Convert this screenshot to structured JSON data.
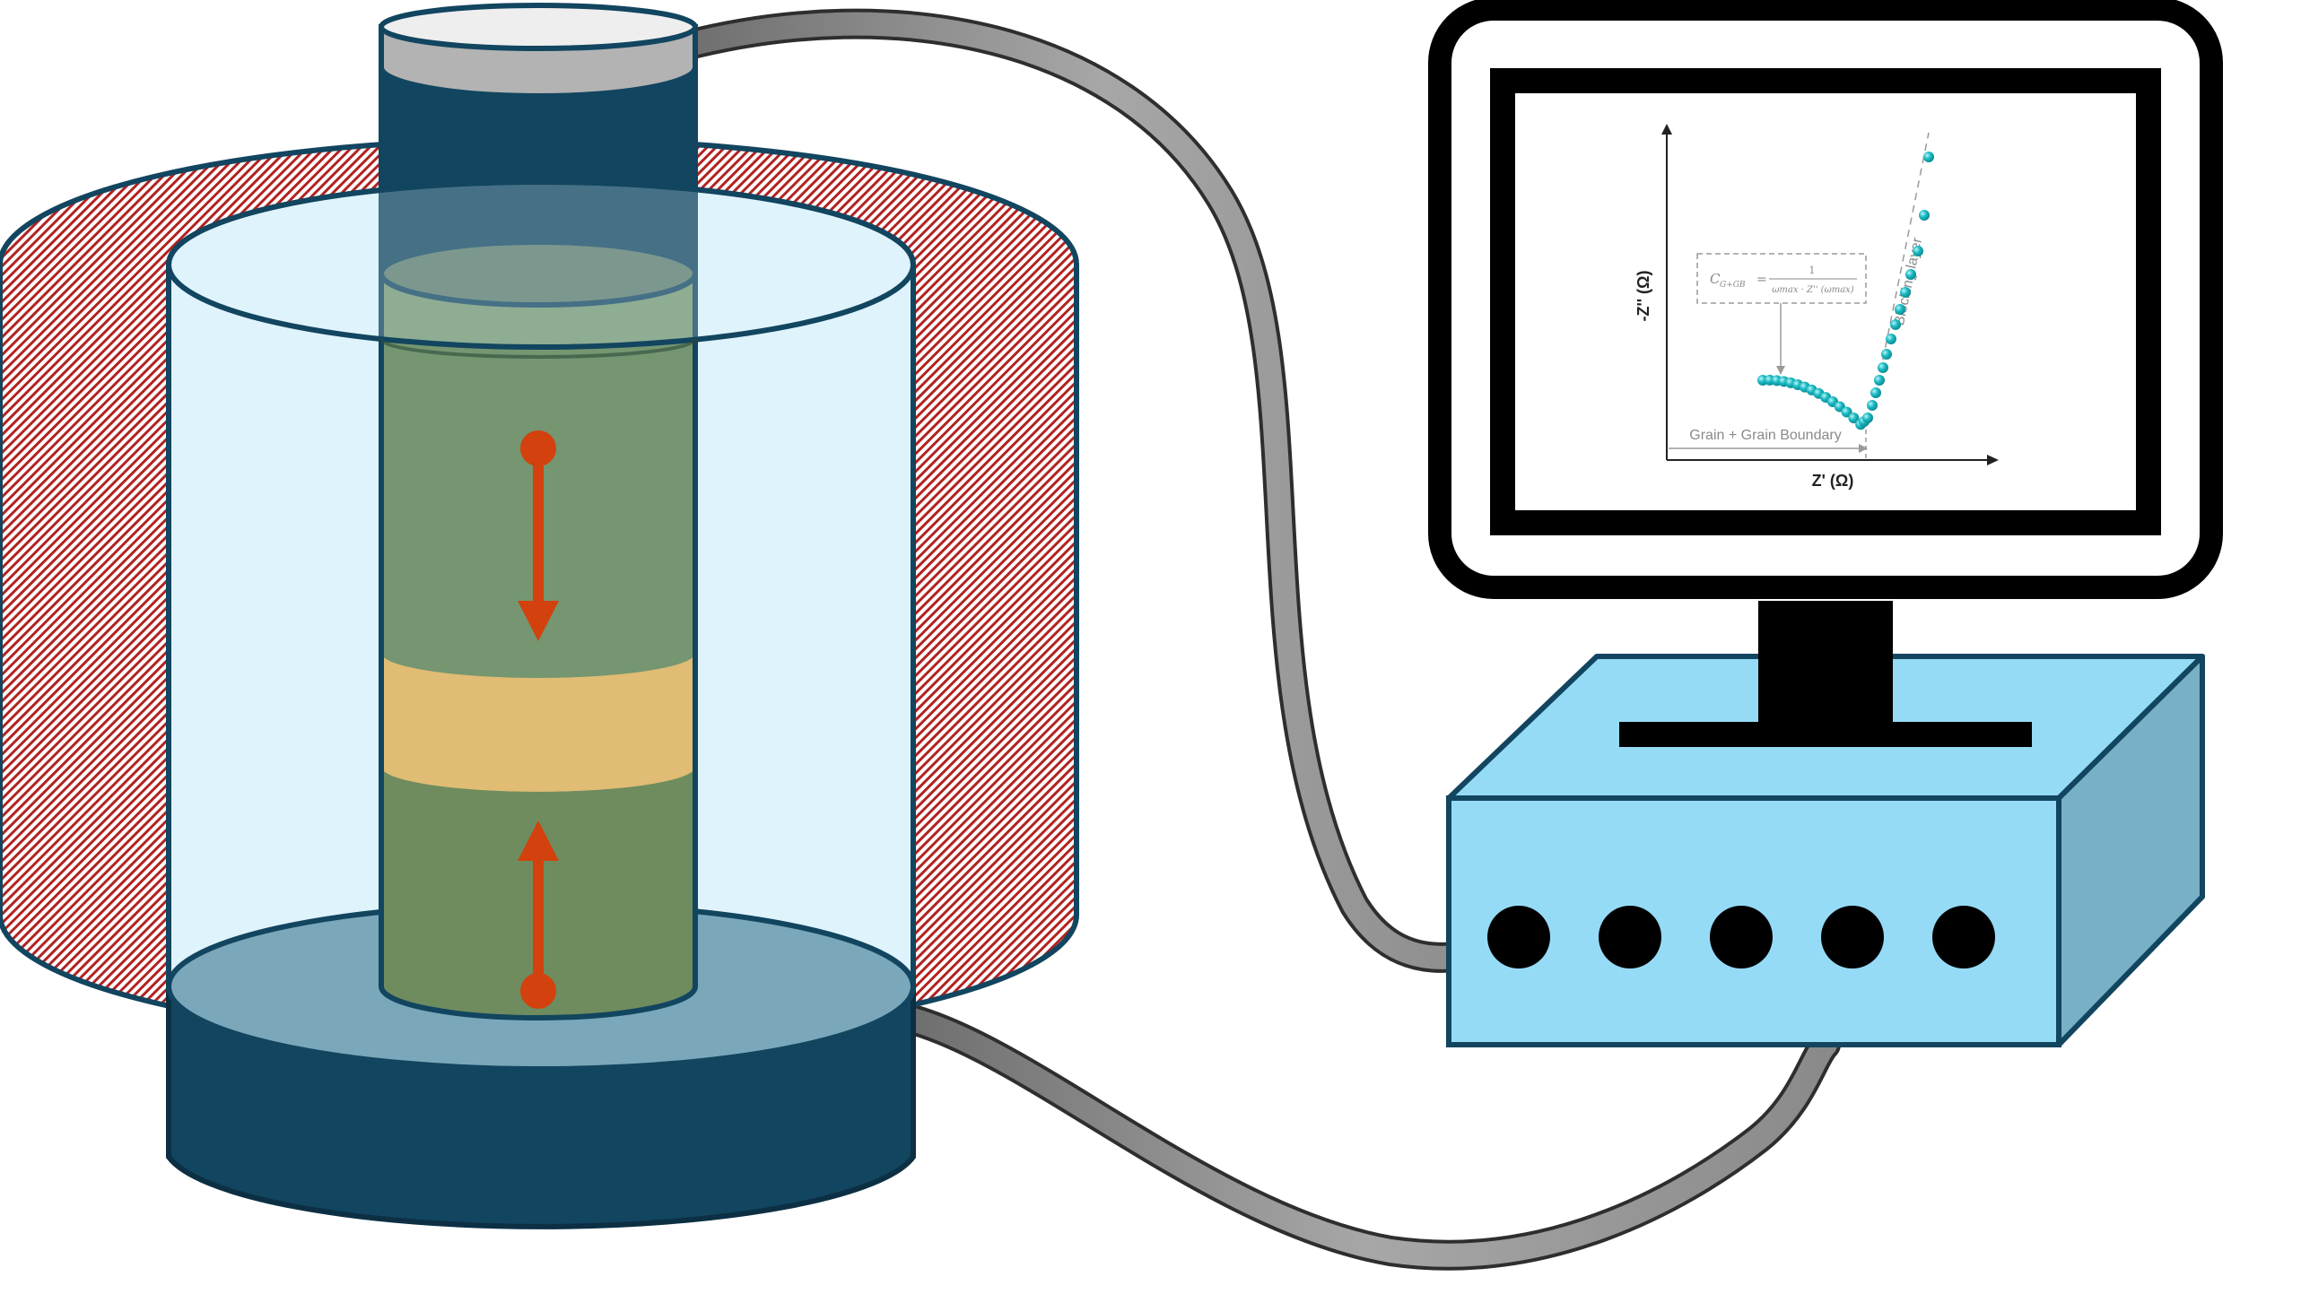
{
  "plot": {
    "y_axis_label": "-Z'' (Ω)",
    "x_axis_label": "Z' (Ω)",
    "annotation_blocking": "Blocking layer",
    "annotation_grain": "Grain + Grain Boundary",
    "formula_lhs": "C",
    "formula_lhs_sub": "G+GB",
    "formula_eq": "=",
    "formula_num": "1",
    "formula_den": "ωmax · Z'' (ωmax)"
  },
  "colors": {
    "heater_stripes": "#b22222",
    "bath_water": "#dff3fc",
    "bath_base": "#7aa7ba",
    "dark_navy": "#12455f",
    "cell_green": "#759670",
    "sample_tan": "#e0bc74",
    "arrow_red": "#d2410e",
    "cable_grey": "#8c8c8c",
    "device_body": "#96dbf6",
    "device_side": "#78b0c6",
    "plot_points": "#1bbbc4"
  }
}
